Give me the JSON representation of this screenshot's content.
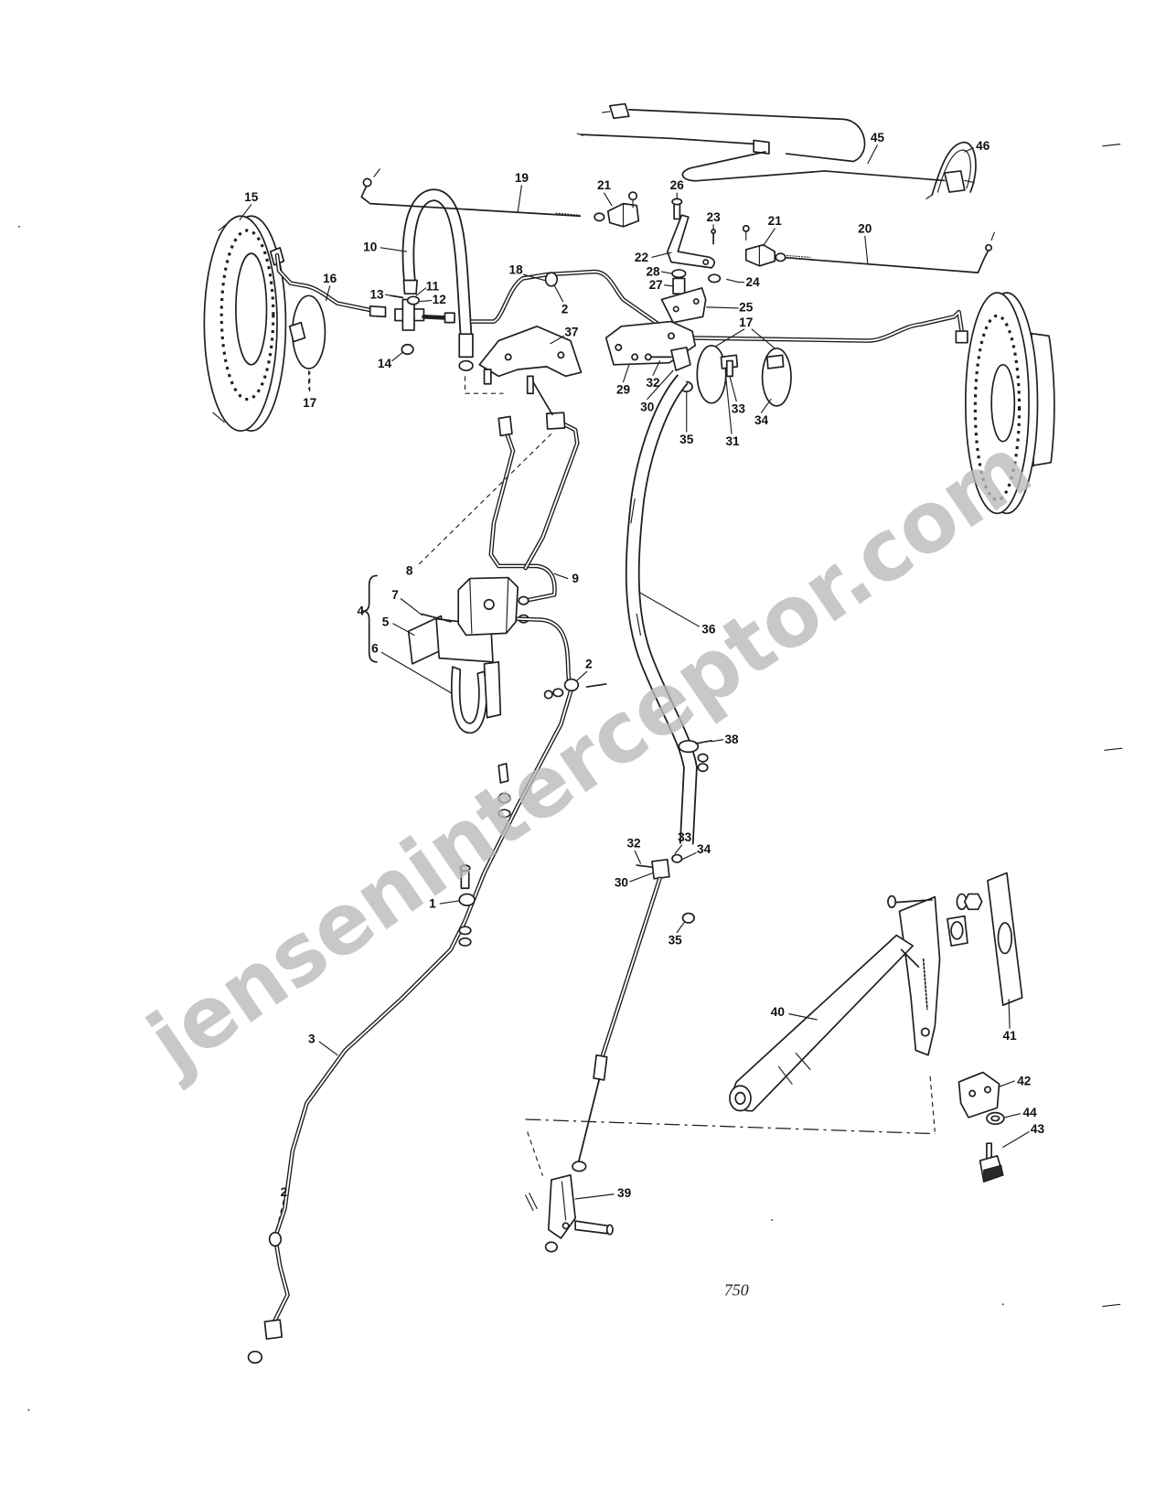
{
  "labels": [
    "45",
    "46",
    "19",
    "21",
    "26",
    "15",
    "23",
    "21",
    "20",
    "10",
    "22",
    "18",
    "28",
    "16",
    "27",
    "24",
    "13",
    "11",
    "12",
    "2",
    "25",
    "17",
    "37",
    "14",
    "29",
    "32",
    "30",
    "17",
    "33",
    "34",
    "35",
    "31",
    "8",
    "9",
    "4",
    "7",
    "5",
    "6",
    "36",
    "2",
    "38",
    "32",
    "33",
    "34",
    "30",
    "1",
    "35",
    "40",
    "41",
    "3",
    "42",
    "44",
    "43",
    "39",
    "2"
  ],
  "page_number": "750",
  "watermark": "jenseninterceptor.com"
}
